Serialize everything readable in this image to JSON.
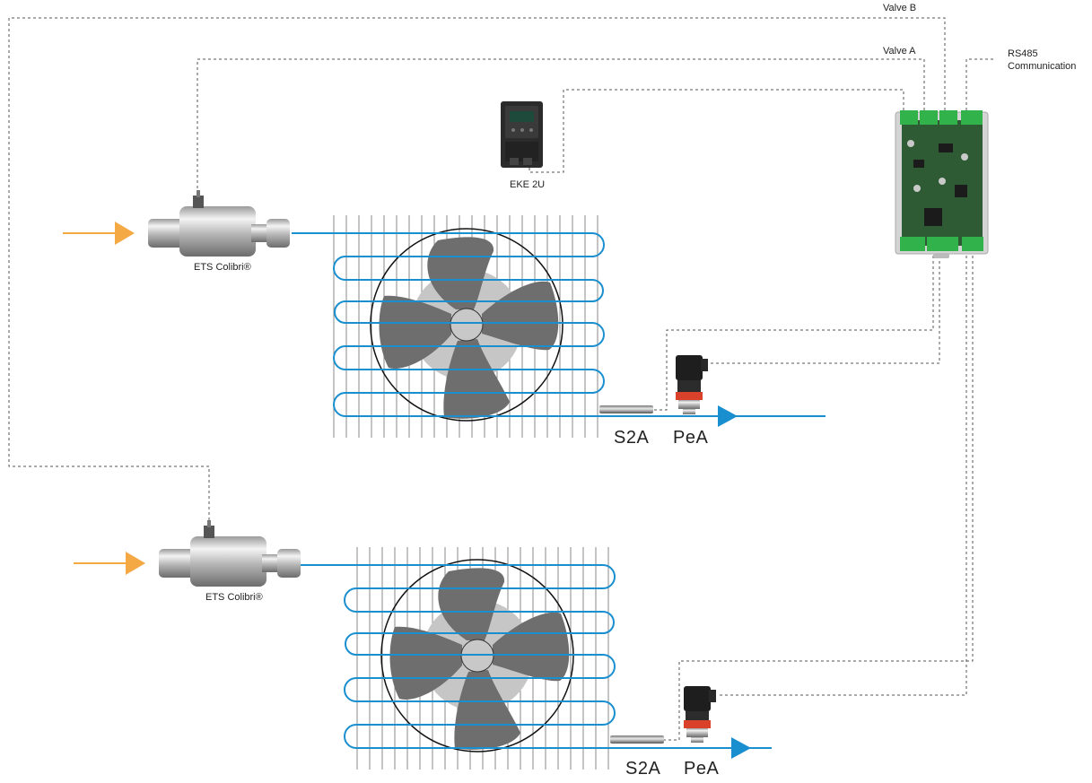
{
  "labels": {
    "valve_b": "Valve B",
    "valve_a": "Valve A",
    "rs485_line1": "RS485",
    "rs485_line2": "Communication",
    "eke": "EKE 2U",
    "ets_top": "ETS Colibri®",
    "ets_bottom": "ETS Colibri®",
    "s2a_top": "S2A",
    "pea_top": "PeA",
    "s2a_bottom": "S2A",
    "pea_bottom": "PeA"
  },
  "colors": {
    "refrigerant_line": "#1a8fd0",
    "inlet_arrow": "#f5a945",
    "fan_blade": "#6e6e6e",
    "fan_hub": "#c8c8c8",
    "controller_board": "#2f5b34",
    "terminal": "#31b24a",
    "sensor_band": "#d9412a",
    "wiring": "#555555"
  }
}
